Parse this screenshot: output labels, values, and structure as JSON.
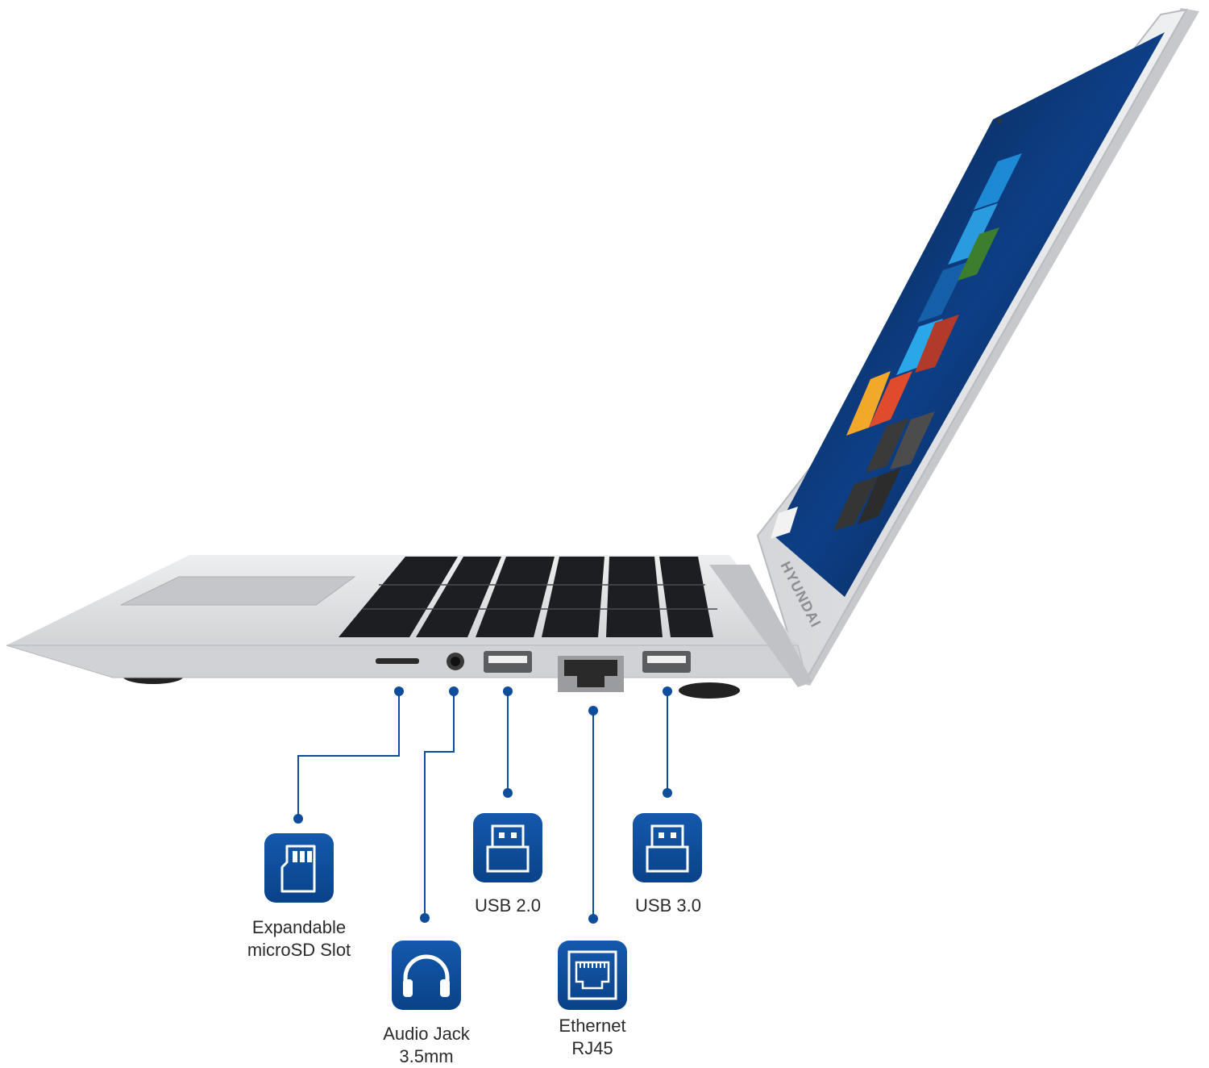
{
  "brand": {
    "logo_text": "HYUNDAI"
  },
  "colors": {
    "accent": "#0d4d9b",
    "accent_dark": "#073a78",
    "laptop_body": "#d6d8db",
    "keys": "#1d1e21"
  },
  "ports": [
    {
      "id": "microsd",
      "icon": "microsd-card-icon",
      "label_line1": "Expandable",
      "label_line2": "microSD Slot"
    },
    {
      "id": "audio",
      "icon": "headphones-icon",
      "label_line1": "Audio Jack",
      "label_line2": "3.5mm"
    },
    {
      "id": "usb2",
      "icon": "usb-icon",
      "label_line1": "USB 2.0",
      "label_line2": ""
    },
    {
      "id": "ethernet",
      "icon": "ethernet-port-icon",
      "label_line1": "Ethernet",
      "label_line2": "RJ45"
    },
    {
      "id": "usb3",
      "icon": "usb-icon",
      "label_line1": "USB 3.0",
      "label_line2": ""
    }
  ]
}
